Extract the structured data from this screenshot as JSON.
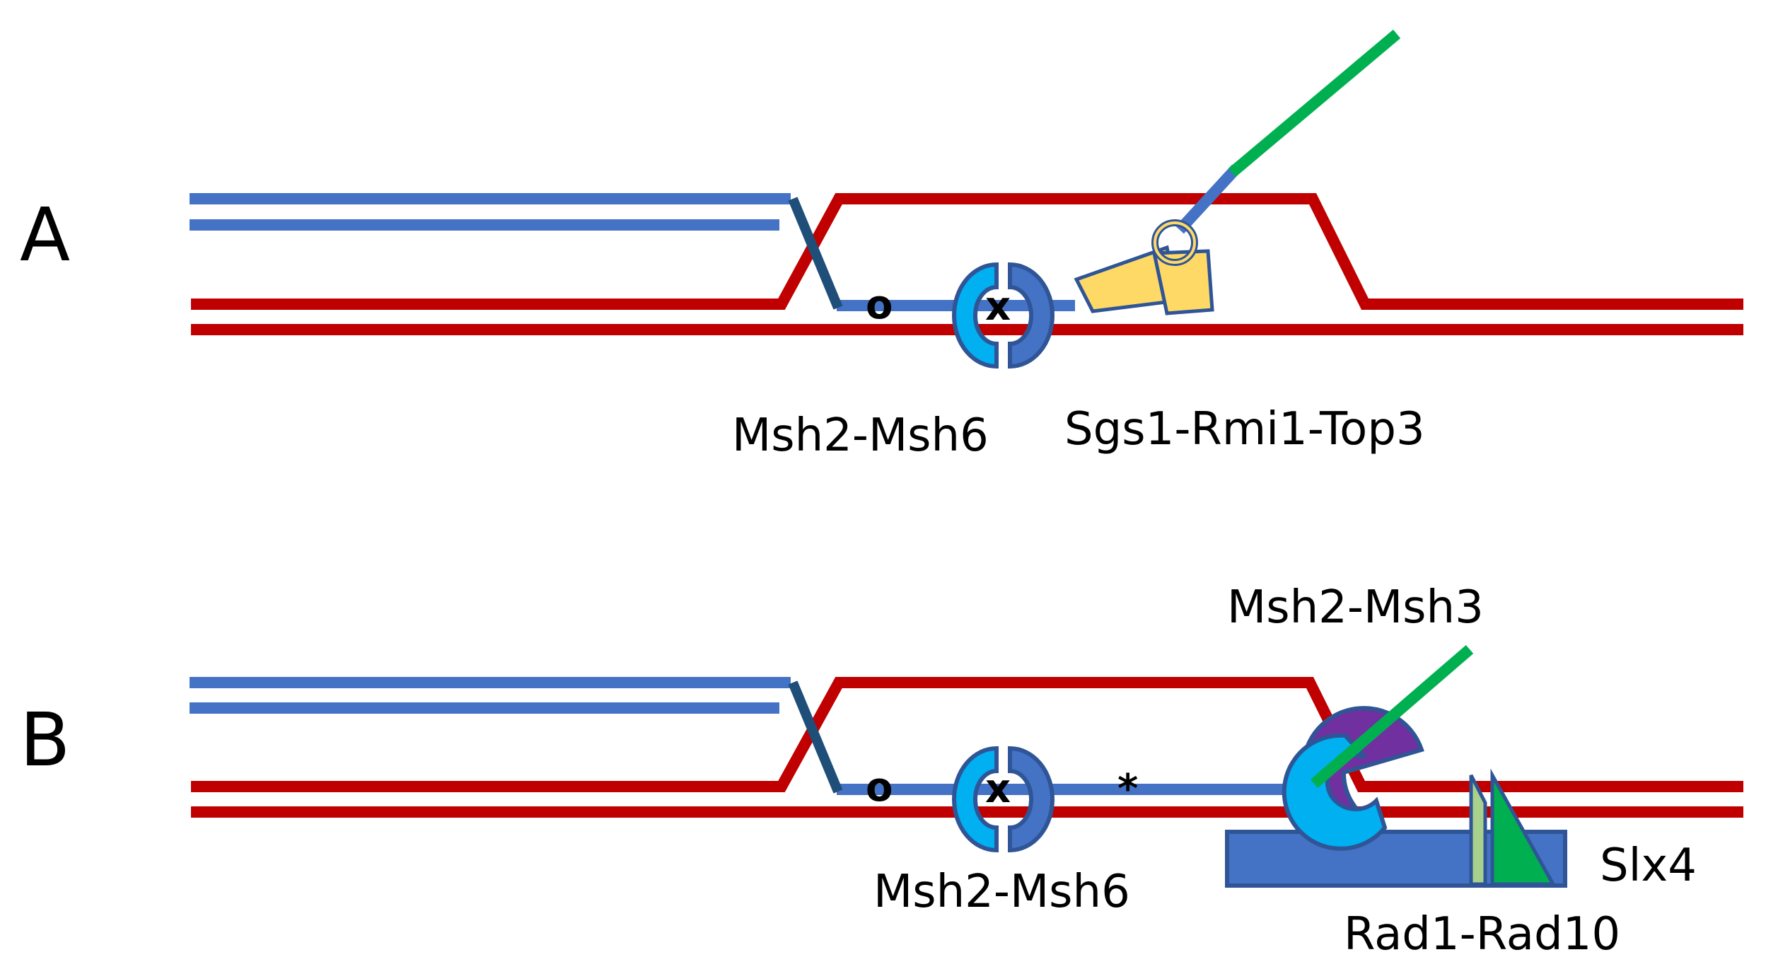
{
  "panels": {
    "a": {
      "letter": "A",
      "mismatch_o": "o",
      "mismatch_x": "x",
      "msh2_msh6": "Msh2-Msh6",
      "sgs1_rmi1_top3": "Sgs1-Rmi1-Top3"
    },
    "b": {
      "letter": "B",
      "mismatch_o": "o",
      "mismatch_x": "x",
      "mismatch_star": "*",
      "msh2_msh6": "Msh2-Msh6",
      "msh2_msh3": "Msh2-Msh3",
      "slx4": "Slx4",
      "rad1_rad10": "Rad1-Rad10"
    }
  },
  "colors": {
    "invading_strand": "#4472C4",
    "template_strand": "#C00000",
    "junction": "#1F4E79",
    "msh_light": "#00B0F0",
    "msh_dark": "#4472C4",
    "msh3_purple": "#7030A0",
    "flap_green": "#00B050",
    "sgs1_yellow": "#FFD966",
    "rad1_light": "#A9D18E",
    "outline": "#2F5597"
  }
}
